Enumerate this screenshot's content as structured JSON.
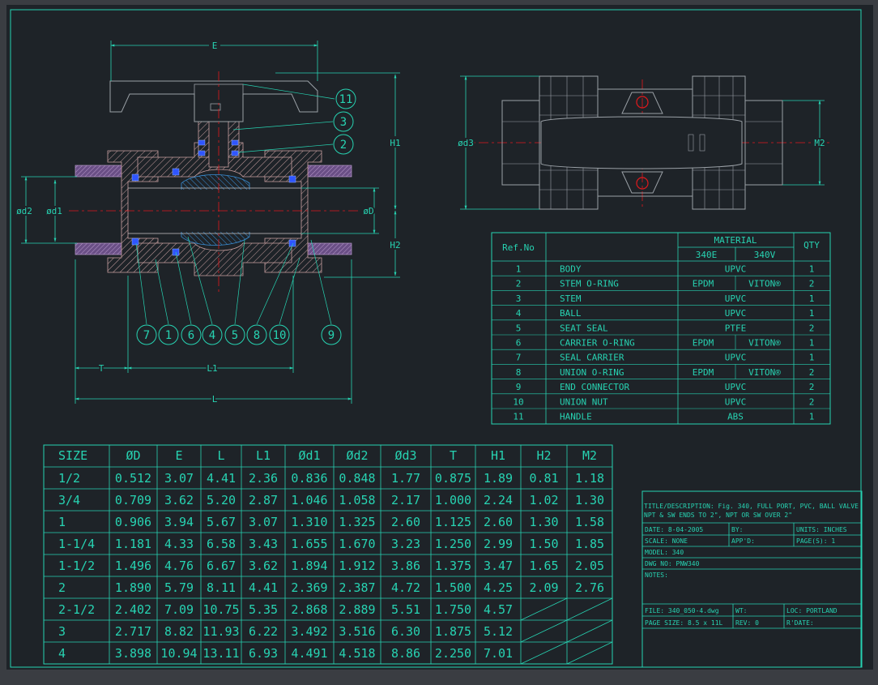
{
  "colors": {
    "background": "#1e2328",
    "frame": "#27d3b2",
    "body_hatch": "#c9a0a0",
    "ball_hatch": "#3a8fd6",
    "centerline": "#e0191c",
    "oring": "#2f55ff",
    "gray_part": "#9aa0a6",
    "text": "#27d3b2"
  },
  "section_view": {
    "dims": {
      "E": "E",
      "H1": "H1",
      "H2": "H2",
      "T": "T",
      "L1": "L1",
      "L": "L",
      "d2": "ød2",
      "d1": "ød1",
      "D": "øD"
    },
    "balloons": [
      "11",
      "3",
      "2",
      "7",
      "1",
      "6",
      "4",
      "5",
      "8",
      "10",
      "9"
    ]
  },
  "side_view": {
    "dims": {
      "d3": "ød3",
      "M2": "M2"
    }
  },
  "parts_table": {
    "h_ref": "Ref.No",
    "h_material": "MATERIAL",
    "h_340e": "340E",
    "h_340v": "340V",
    "h_qty": "QTY",
    "rows": [
      {
        "ref": "1",
        "name": "BODY",
        "e": "",
        "v": "",
        "mat": "UPVC",
        "qty": "1"
      },
      {
        "ref": "2",
        "name": "STEM O-RING",
        "e": "EPDM",
        "v": "VITON®",
        "mat": "",
        "qty": "2"
      },
      {
        "ref": "3",
        "name": "STEM",
        "e": "",
        "v": "",
        "mat": "UPVC",
        "qty": "1"
      },
      {
        "ref": "4",
        "name": "BALL",
        "e": "",
        "v": "",
        "mat": "UPVC",
        "qty": "1"
      },
      {
        "ref": "5",
        "name": "SEAT SEAL",
        "e": "",
        "v": "",
        "mat": "PTFE",
        "qty": "2"
      },
      {
        "ref": "6",
        "name": "CARRIER O-RING",
        "e": "EPDM",
        "v": "VITON®",
        "mat": "",
        "qty": "1"
      },
      {
        "ref": "7",
        "name": "SEAL CARRIER",
        "e": "",
        "v": "",
        "mat": "UPVC",
        "qty": "1"
      },
      {
        "ref": "8",
        "name": "UNION O-RING",
        "e": "EPDM",
        "v": "VITON®",
        "mat": "",
        "qty": "2"
      },
      {
        "ref": "9",
        "name": "END CONNECTOR",
        "e": "",
        "v": "",
        "mat": "UPVC",
        "qty": "2"
      },
      {
        "ref": "10",
        "name": "UNION NUT",
        "e": "",
        "v": "",
        "mat": "UPVC",
        "qty": "2"
      },
      {
        "ref": "11",
        "name": "HANDLE",
        "e": "",
        "v": "",
        "mat": "ABS",
        "qty": "1"
      }
    ]
  },
  "size_table": {
    "headers": [
      "SIZE",
      "ØD",
      "E",
      "L",
      "L1",
      "Ød1",
      "Ød2",
      "Ød3",
      "T",
      "H1",
      "H2",
      "M2"
    ],
    "rows": [
      [
        "1/2",
        "0.512",
        "3.07",
        "4.41",
        "2.36",
        "0.836",
        "0.848",
        "1.77",
        "0.875",
        "1.89",
        "0.81",
        "1.18"
      ],
      [
        "3/4",
        "0.709",
        "3.62",
        "5.20",
        "2.87",
        "1.046",
        "1.058",
        "2.17",
        "1.000",
        "2.24",
        "1.02",
        "1.30"
      ],
      [
        "1",
        "0.906",
        "3.94",
        "5.67",
        "3.07",
        "1.310",
        "1.325",
        "2.60",
        "1.125",
        "2.60",
        "1.30",
        "1.58"
      ],
      [
        "1-1/4",
        "1.181",
        "4.33",
        "6.58",
        "3.43",
        "1.655",
        "1.670",
        "3.23",
        "1.250",
        "2.99",
        "1.50",
        "1.85"
      ],
      [
        "1-1/2",
        "1.496",
        "4.76",
        "6.67",
        "3.62",
        "1.894",
        "1.912",
        "3.86",
        "1.375",
        "3.47",
        "1.65",
        "2.05"
      ],
      [
        "2",
        "1.890",
        "5.79",
        "8.11",
        "4.41",
        "2.369",
        "2.387",
        "4.72",
        "1.500",
        "4.25",
        "2.09",
        "2.76"
      ],
      [
        "2-1/2",
        "2.402",
        "7.09",
        "10.75",
        "5.35",
        "2.868",
        "2.889",
        "5.51",
        "1.750",
        "4.57",
        "",
        ""
      ],
      [
        "3",
        "2.717",
        "8.82",
        "11.93",
        "6.22",
        "3.492",
        "3.516",
        "6.30",
        "1.875",
        "5.12",
        "",
        ""
      ],
      [
        "4",
        "3.898",
        "10.94",
        "13.11",
        "6.93",
        "4.491",
        "4.518",
        "8.86",
        "2.250",
        "7.01",
        "",
        ""
      ]
    ]
  },
  "title_block": {
    "title_line1": "TITLE/DESCRIPTION: Fig. 340, FULL PORT, PVC, BALL VALVE",
    "title_line2": "NPT & SW ENDS TO 2\", NPT OR SW OVER 2\"",
    "date": "DATE:  8-04-2005",
    "by": "BY:",
    "units": "UNITS:  INCHES",
    "scale": "SCALE:  NONE",
    "appd": "APP'D:",
    "pages": "PAGE(S):  1",
    "model": "MODEL:  340",
    "dwg": "DWG NO:  PNW340",
    "notes": "NOTES:",
    "file": "FILE:  340_050-4.dwg",
    "wt": "WT:",
    "loc": "LOC:  PORTLAND",
    "page_size": "PAGE SIZE:  8.5 x 11L",
    "rev": "REV:  0",
    "rdate": "R'DATE:"
  }
}
